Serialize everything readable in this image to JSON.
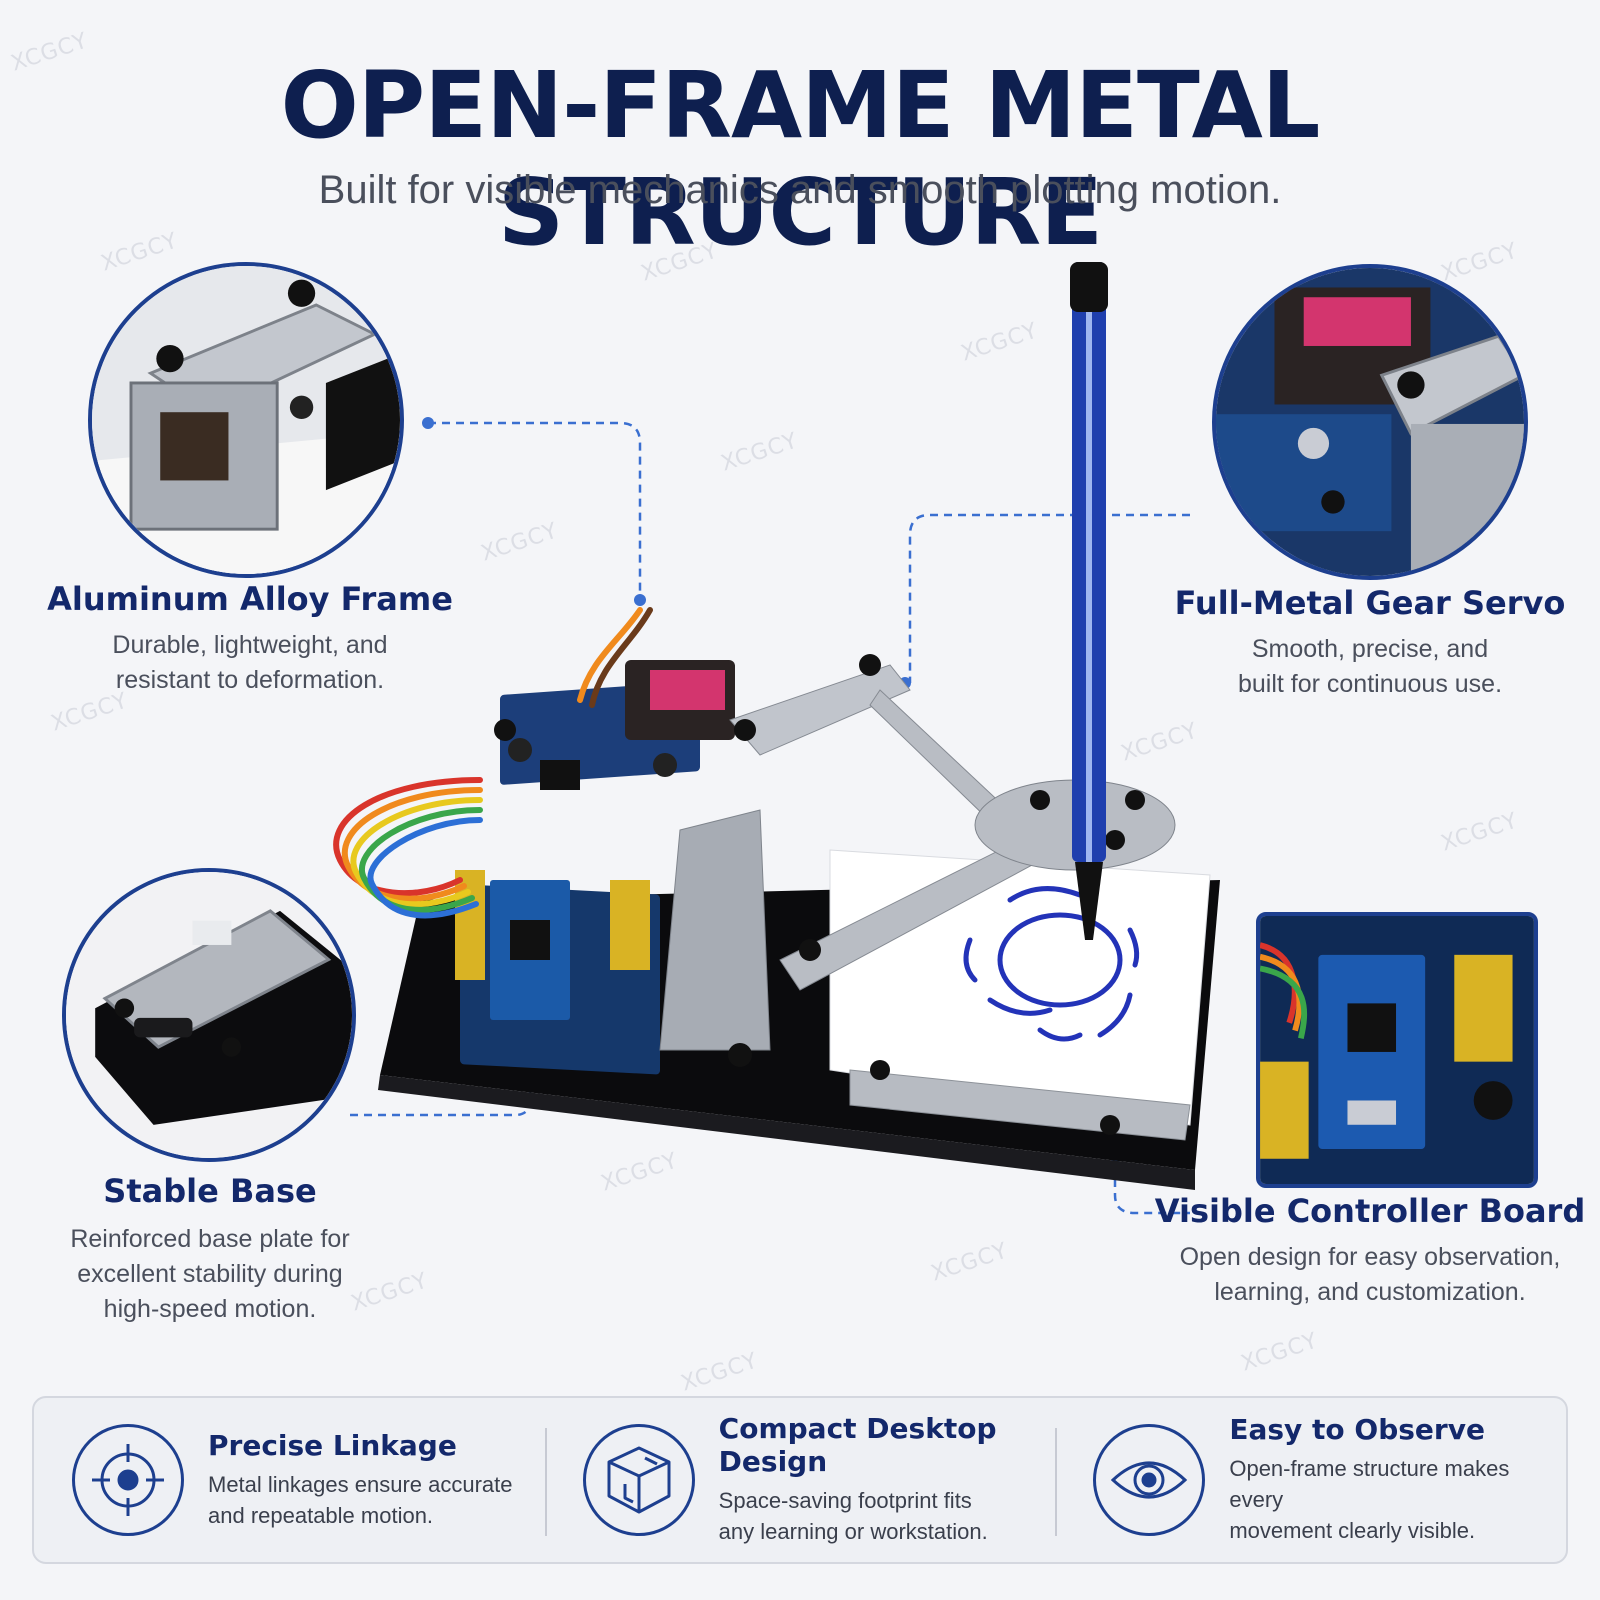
{
  "header": {
    "title": "OPEN-FRAME METAL STRUCTURE",
    "subtitle": "Built for visible mechanics and smooth plotting motion."
  },
  "watermark_text": "XCGCY",
  "features": {
    "aluminum": {
      "title": "Aluminum Alloy Frame",
      "desc_line1": "Durable, lightweight, and",
      "desc_line2": "resistant to deformation."
    },
    "servo": {
      "title": "Full-Metal Gear Servo",
      "desc_line1": "Smooth, precise, and",
      "desc_line2": "built for continuous use."
    },
    "base": {
      "title": "Stable Base",
      "desc_line1": "Reinforced base plate for",
      "desc_line2": "excellent stability during",
      "desc_line3": "high-speed motion."
    },
    "controller": {
      "title": "Visible Controller Board",
      "desc_line1": "Open design for easy observation,",
      "desc_line2": "learning, and customization."
    }
  },
  "bottom_panel": [
    {
      "title": "Precise Linkage",
      "desc_line1": "Metal linkages ensure accurate",
      "desc_line2": "and repeatable motion.",
      "icon": "crosshair-icon"
    },
    {
      "title": "Compact Desktop Design",
      "desc_line1": "Space-saving footprint fits",
      "desc_line2": "any learning or workstation.",
      "icon": "cube-icon"
    },
    {
      "title": "Easy to Observe",
      "desc_line1": "Open-frame structure makes every",
      "desc_line2": "movement clearly visible.",
      "icon": "eye-icon"
    }
  ],
  "colors": {
    "navy": "#0e1f4f",
    "accent": "#1d3f8f",
    "pen_blue": "#1f3fae",
    "leader": "#3a6fd0"
  }
}
